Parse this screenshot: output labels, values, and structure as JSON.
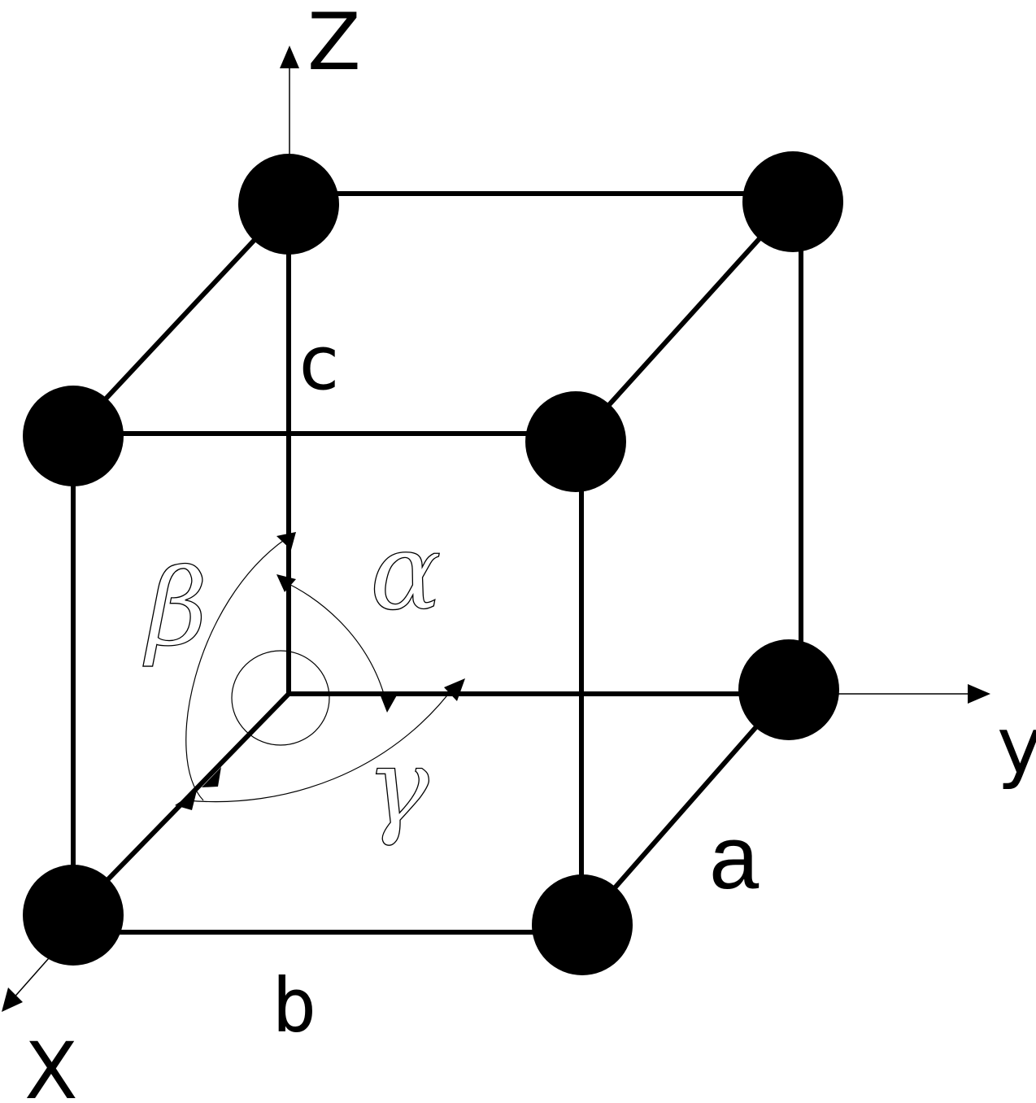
{
  "axes": {
    "z": "Z",
    "y": "y",
    "x": "X"
  },
  "edges": {
    "a": "a",
    "b": "b",
    "c": "c"
  },
  "angles": {
    "alpha": "α",
    "beta": "β",
    "gamma": "γ"
  }
}
